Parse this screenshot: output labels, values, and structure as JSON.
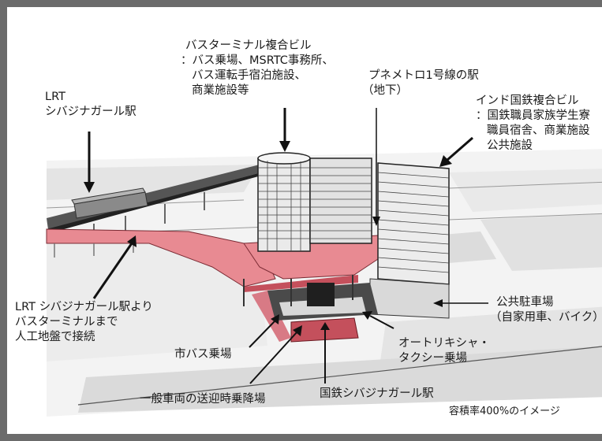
{
  "labels": {
    "lrt_station": [
      "LRT",
      "シバジナガール駅"
    ],
    "bus_terminal_building": [
      "バスターミナル複合ビル",
      "：バス乗場、MSRTC事務所、",
      "バス運転手宿泊施設、",
      "商業施設等"
    ],
    "metro_station": [
      "プネメトロ1号線の駅",
      "（地下）"
    ],
    "railway_complex": [
      "インド国鉄複合ビル",
      "：国鉄職員家族学生寮",
      "職員宿舎、商業施設",
      "公共施設"
    ],
    "deck_connection": [
      "LRT シバジナガール駅より",
      "バスターミナルまで",
      "人工地盤で接続"
    ],
    "public_parking": [
      "公共駐車場",
      "（自家用車、バイク）"
    ],
    "city_bus": "市バス乗場",
    "auto_rickshaw": [
      "オートリキシャ・",
      "タクシー乗場"
    ],
    "drop_off": "一般車両の送迎時乗降場",
    "railway_station": "国鉄シバジナガール駅",
    "caption": "容積率400%のイメージ"
  },
  "colors": {
    "frame": "#6b6b6b",
    "deck": "#e88a92",
    "deck_dark": "#c4505c",
    "building": "#eeeeee",
    "ground": "#e6e6e6"
  }
}
